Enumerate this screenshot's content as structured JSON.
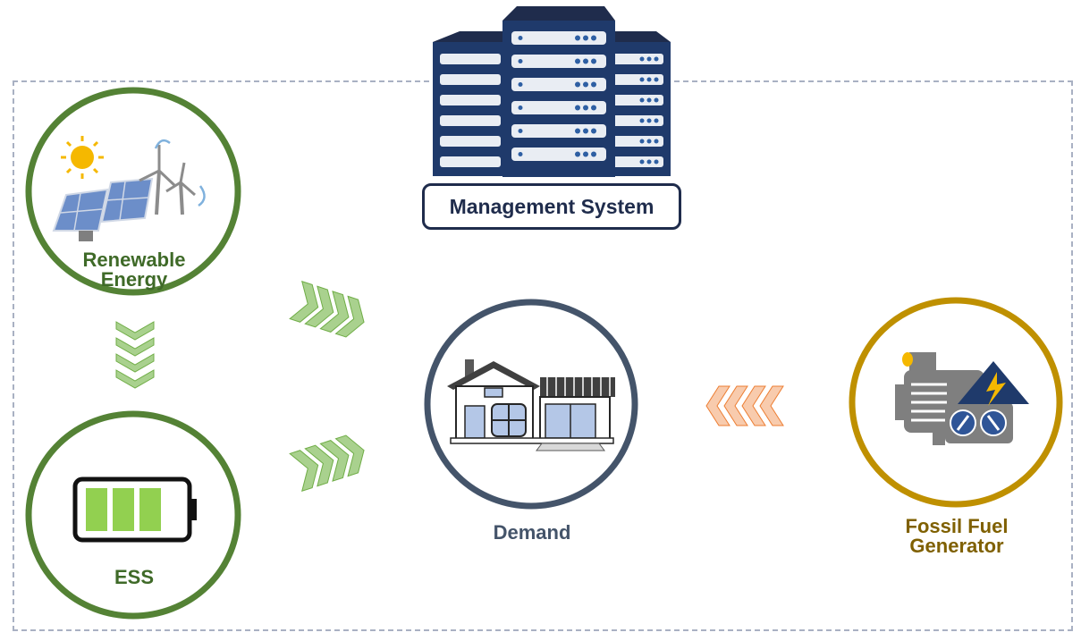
{
  "management": {
    "label": "Management System"
  },
  "nodes": {
    "renewable": {
      "label_line1": "Renewable",
      "label_line2": "Energy"
    },
    "ess": {
      "label": "ESS"
    },
    "demand": {
      "label": "Demand"
    },
    "fossil": {
      "label_line1": "Fossil Fuel",
      "label_line2": "Generator"
    }
  },
  "colors": {
    "frame": "#a9b1c3",
    "renewable_ring": "#548235",
    "demand_ring": "#44546a",
    "fossil_ring": "#bf9000",
    "green_arrow": "#a9d18e",
    "orange_arrow": "#f4b183",
    "management_border": "#1f2c4c"
  },
  "icons": {
    "server": "server-rack-icon",
    "renewable": "solar-wind-icon",
    "battery": "battery-icon",
    "house": "house-icon",
    "generator": "generator-icon"
  }
}
